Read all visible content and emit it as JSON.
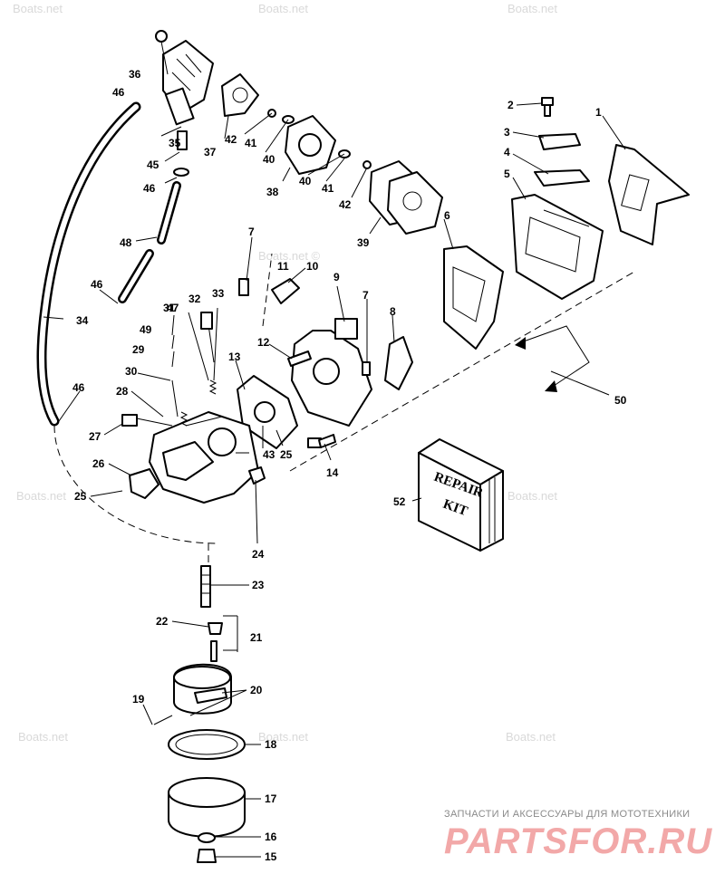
{
  "watermark": {
    "text": "Boats.net",
    "text_copyright": "Boats.net ©"
  },
  "repair_kit": {
    "line1": "REPAIR",
    "line2": "KIT"
  },
  "brand": {
    "tagline": "ЗАПЧАСТИ И АКСЕССУАРЫ ДЛЯ МОТОТЕХНИКИ",
    "logo": "PARTSFOR.RU"
  },
  "callouts": [
    "1",
    "2",
    "3",
    "4",
    "5",
    "6",
    "7",
    "7",
    "8",
    "9",
    "10",
    "11",
    "12",
    "13",
    "14",
    "15",
    "16",
    "17",
    "18",
    "19",
    "20",
    "21",
    "22",
    "23",
    "24",
    "25",
    "25",
    "26",
    "27",
    "28",
    "29",
    "30",
    "31",
    "32",
    "33",
    "34",
    "35",
    "36",
    "37",
    "38",
    "39",
    "40",
    "40",
    "41",
    "41",
    "42",
    "42",
    "43",
    "45",
    "46",
    "46",
    "46",
    "46",
    "47",
    "48",
    "49",
    "50",
    "52"
  ],
  "colors": {
    "line": "#000000",
    "watermark": "#d9d9d9",
    "brand_tagline": "#8a8a8a",
    "brand_logo": "#f2a8a8"
  }
}
